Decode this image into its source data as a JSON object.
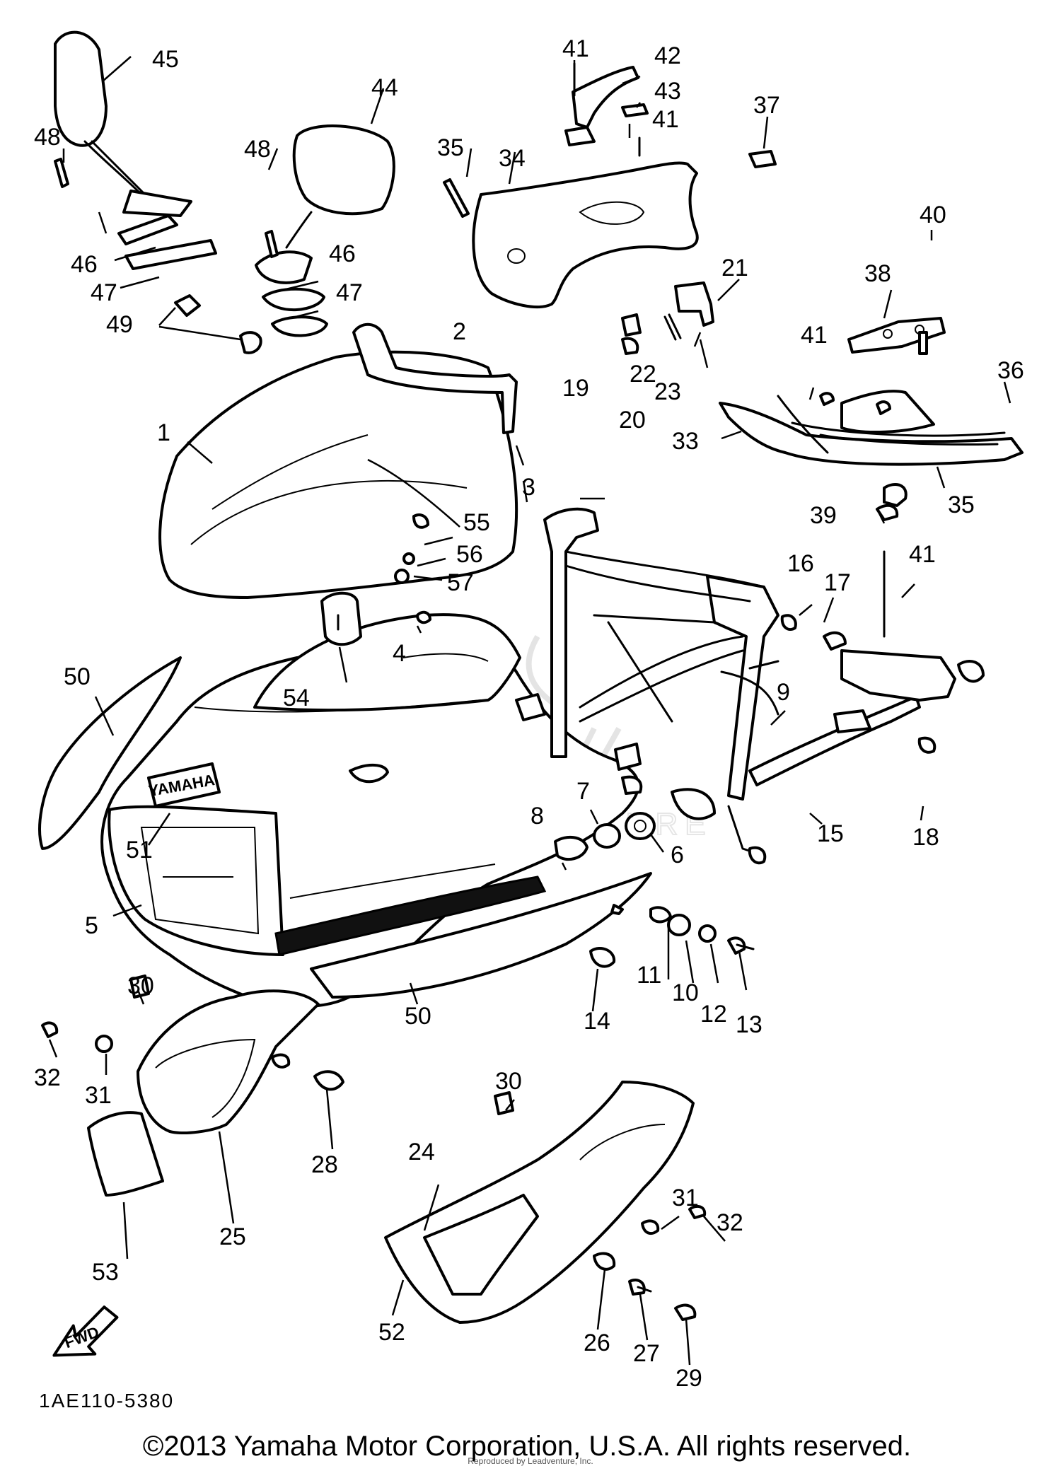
{
  "diagram_code": "1AE110-5380",
  "copyright": "©2013 Yamaha Motor Corporation, U.S.A. All rights reserved.",
  "fwd_label": "FWD",
  "brand_text": "YAMAHA",
  "watermark_text": "LEADVENTURE",
  "reproduced_by": "Reproduced by Leadventure, Inc.",
  "callouts": [
    "45",
    "48",
    "44",
    "48",
    "46",
    "47",
    "46",
    "47",
    "49",
    "41",
    "42",
    "43",
    "41",
    "35",
    "34",
    "37",
    "40",
    "38",
    "21",
    "22",
    "23",
    "41",
    "36",
    "33",
    "35",
    "39",
    "2",
    "1",
    "3",
    "19",
    "20",
    "55",
    "56",
    "57",
    "4",
    "54",
    "16",
    "17",
    "41",
    "50",
    "9",
    "18",
    "15",
    "51",
    "8",
    "7",
    "6",
    "5",
    "50",
    "11",
    "10",
    "12",
    "13",
    "14",
    "30",
    "32",
    "31",
    "28",
    "53",
    "25",
    "30",
    "24",
    "31",
    "32",
    "52",
    "26",
    "27",
    "29"
  ]
}
